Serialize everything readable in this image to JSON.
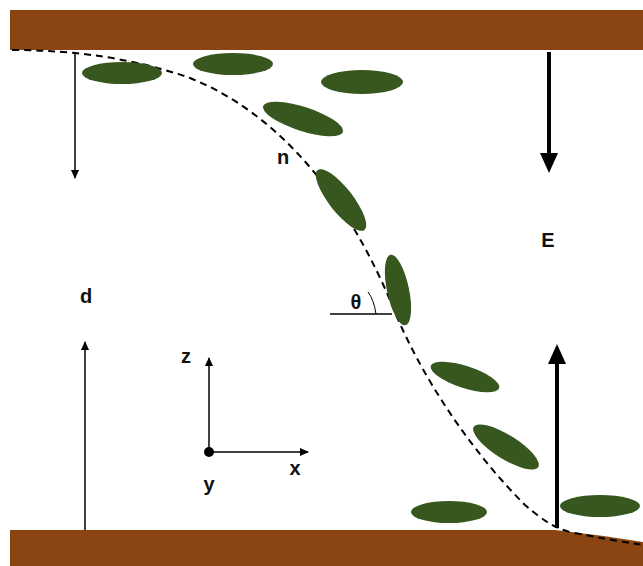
{
  "diagram": {
    "labels": [
      "n",
      "θ",
      "E",
      "d",
      "z",
      "y",
      "x"
    ]
  }
}
